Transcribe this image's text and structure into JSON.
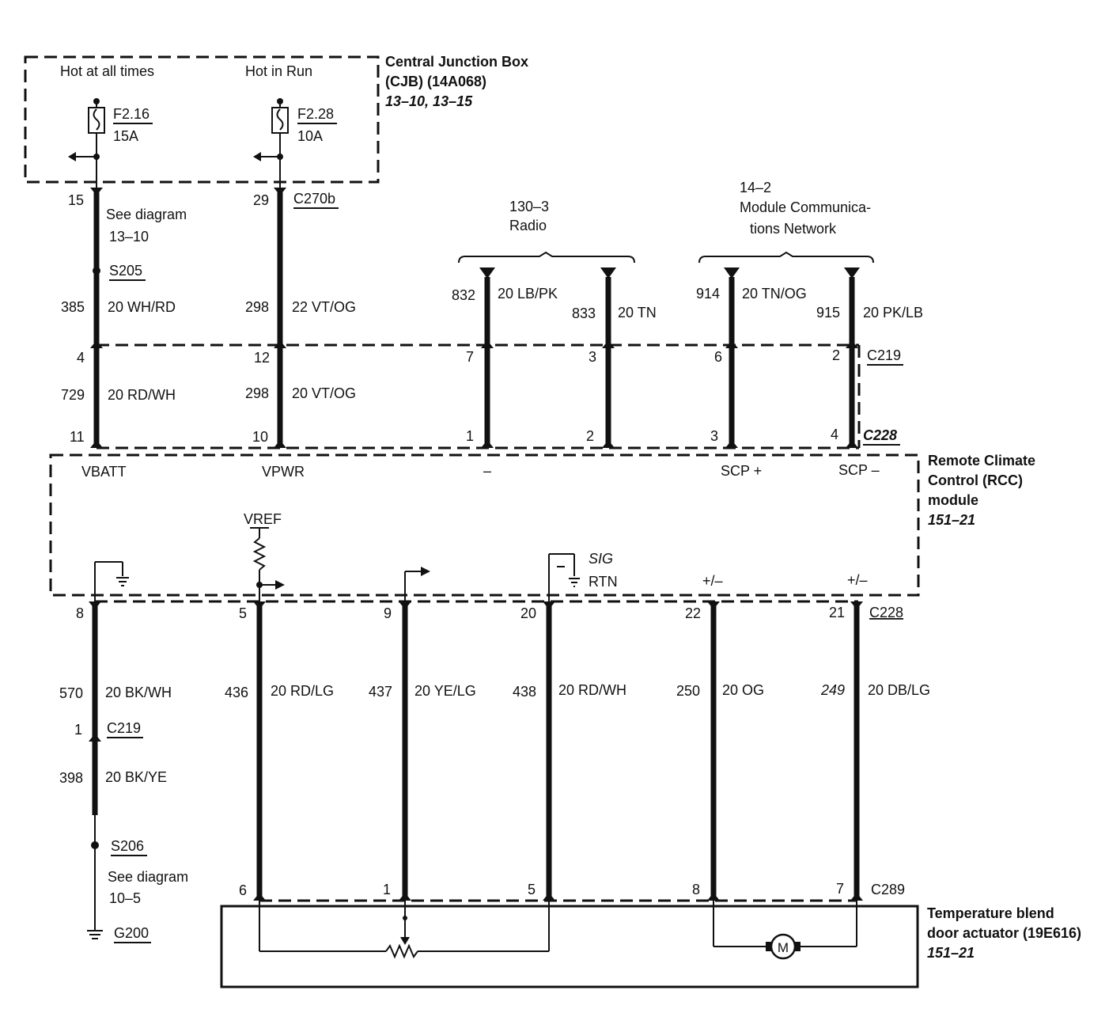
{
  "cjb": {
    "title_line1": "Central Junction Box",
    "title_line2": "(CJB) (14A068)",
    "ref": "13–10, 13–15",
    "hot_at_all_times": "Hot at all times",
    "hot_in_run": "Hot in Run",
    "fuse1_id": "F2.16",
    "fuse1_rating": "15A",
    "fuse2_id": "F2.28",
    "fuse2_rating": "10A"
  },
  "upper": {
    "pin15": "15",
    "see_diagram1_line1": "See diagram",
    "see_diagram1_line2": "13–10",
    "splice_s205": "S205",
    "c385": "385",
    "c385_wire": "20 WH/RD",
    "pin29": "29",
    "conn_c270b": "C270b",
    "c298a": "298",
    "c298a_wire": "22 VT/OG",
    "radio_ref": "130–3",
    "radio_label": "Radio",
    "mcn_ref": "14–2",
    "mcn_line1": "Module Communica-",
    "mcn_line2": "tions Network",
    "c832": "832",
    "c832_wire": "20 LB/PK",
    "c833": "833",
    "c833_wire": "20 TN",
    "c914": "914",
    "c914_wire": "20 TN/OG",
    "c915": "915",
    "c915_wire": "20 PK/LB"
  },
  "c219_upper": {
    "conn": "C219",
    "pin_vbatt": "4",
    "pin_vpwr": "12",
    "pin_832": "7",
    "pin_833": "3",
    "pin_914": "6",
    "pin_915": "2"
  },
  "between": {
    "c729": "729",
    "c729_wire": "20 RD/WH",
    "c298b": "298",
    "c298b_wire": "20 VT/OG"
  },
  "c228_upper": {
    "conn": "C228",
    "pin_vbatt": "11",
    "pin_vpwr": "10",
    "pin_832": "1",
    "pin_833": "2",
    "pin_914": "3",
    "pin_915": "4"
  },
  "rcc": {
    "title_line1": "Remote Climate",
    "title_line2": "Control (RCC)",
    "title_line3": "module",
    "ref": "151–21",
    "vbatt": "VBATT",
    "vpwr": "VPWR",
    "minus": "–",
    "scp_plus": "SCP +",
    "scp_minus": "SCP –",
    "vref": "VREF",
    "sig": "SIG",
    "rtn": "RTN",
    "pm1": "+/–",
    "pm2": "+/–"
  },
  "c228_lower": {
    "conn": "C228",
    "pin_570": "8",
    "pin_436": "5",
    "pin_437": "9",
    "pin_438": "20",
    "pin_250": "22",
    "pin_249": "21"
  },
  "lower": {
    "c570": "570",
    "c570_wire": "20 BK/WH",
    "pin1": "1",
    "conn_c219": "C219",
    "c398": "398",
    "c398_wire": "20 BK/YE",
    "splice_s206": "S206",
    "see_diagram2_line1": "See diagram",
    "see_diagram2_line2": "10–5",
    "ground_g200": "G200",
    "c436": "436",
    "c436_wire": "20 RD/LG",
    "c437": "437",
    "c437_wire": "20 YE/LG",
    "c438": "438",
    "c438_wire": "20 RD/WH",
    "c250": "250",
    "c250_wire": "20 OG",
    "c249": "249",
    "c249_wire": "20 DB/LG"
  },
  "c289": {
    "conn": "C289",
    "pin_436": "6",
    "pin_437": "1",
    "pin_438": "5",
    "pin_250": "8",
    "pin_249": "7"
  },
  "actuator": {
    "title_line1": "Temperature blend",
    "title_line2": "door actuator (19E616)",
    "ref": "151–21",
    "motor": "M"
  }
}
